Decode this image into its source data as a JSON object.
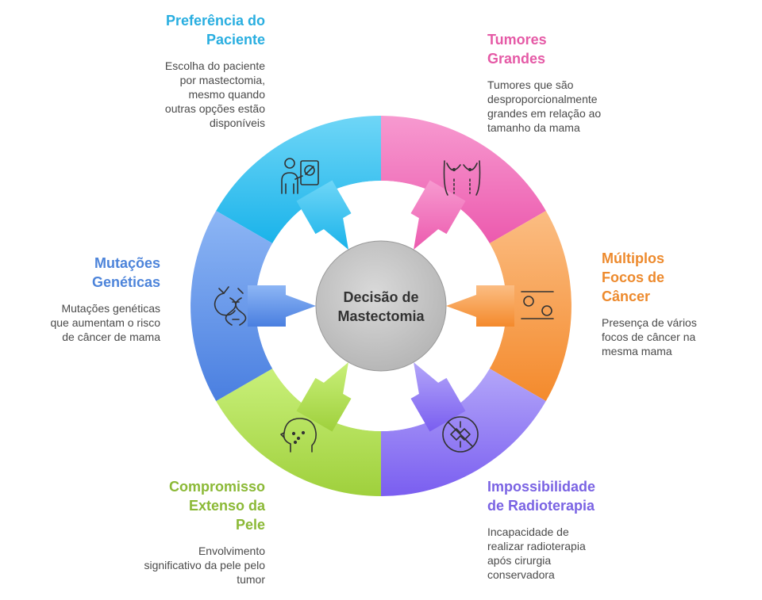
{
  "center": {
    "line1": "Decisão de",
    "line2": "Mastectomia"
  },
  "segments": [
    {
      "id": "preferencia",
      "title_lines": [
        "Preferência do",
        "Paciente"
      ],
      "description": "Escolha do paciente por mastectomia, mesmo quando outras opções estão disponíveis",
      "color": "#2bb5e6",
      "icon": "patient-choice-icon"
    },
    {
      "id": "tumores",
      "title_lines": [
        "Tumores",
        "Grandes"
      ],
      "description": "Tumores que são desproporcionalmente grandes em relação ao tamanho da mama",
      "color": "#e85aa8",
      "icon": "breast-icon"
    },
    {
      "id": "multiplos",
      "title_lines": [
        "Múltiplos",
        "Focos de",
        "Câncer"
      ],
      "description": "Presença de vários focos de câncer na mesma mama",
      "color": "#ef8a2e",
      "icon": "multiple-foci-icon"
    },
    {
      "id": "radioterapia",
      "title_lines": [
        "Impossibilidade",
        "de Radioterapia"
      ],
      "description": "Incapacidade de realizar radioterapia após cirurgia conservadora",
      "color": "#8069e6",
      "icon": "no-radiation-icon"
    },
    {
      "id": "pele",
      "title_lines": [
        "Compromisso",
        "Extenso da",
        "Pele"
      ],
      "description": "Envolvimento significativo da pele pelo tumor",
      "color": "#8dbb33",
      "icon": "skin-face-icon"
    },
    {
      "id": "mutacoes",
      "title_lines": [
        "Mutações",
        "Genéticas"
      ],
      "description": "Mutações genéticas que aumentam o risco de câncer de mama",
      "color": "#4f86dc",
      "icon": "dna-icon"
    }
  ]
}
